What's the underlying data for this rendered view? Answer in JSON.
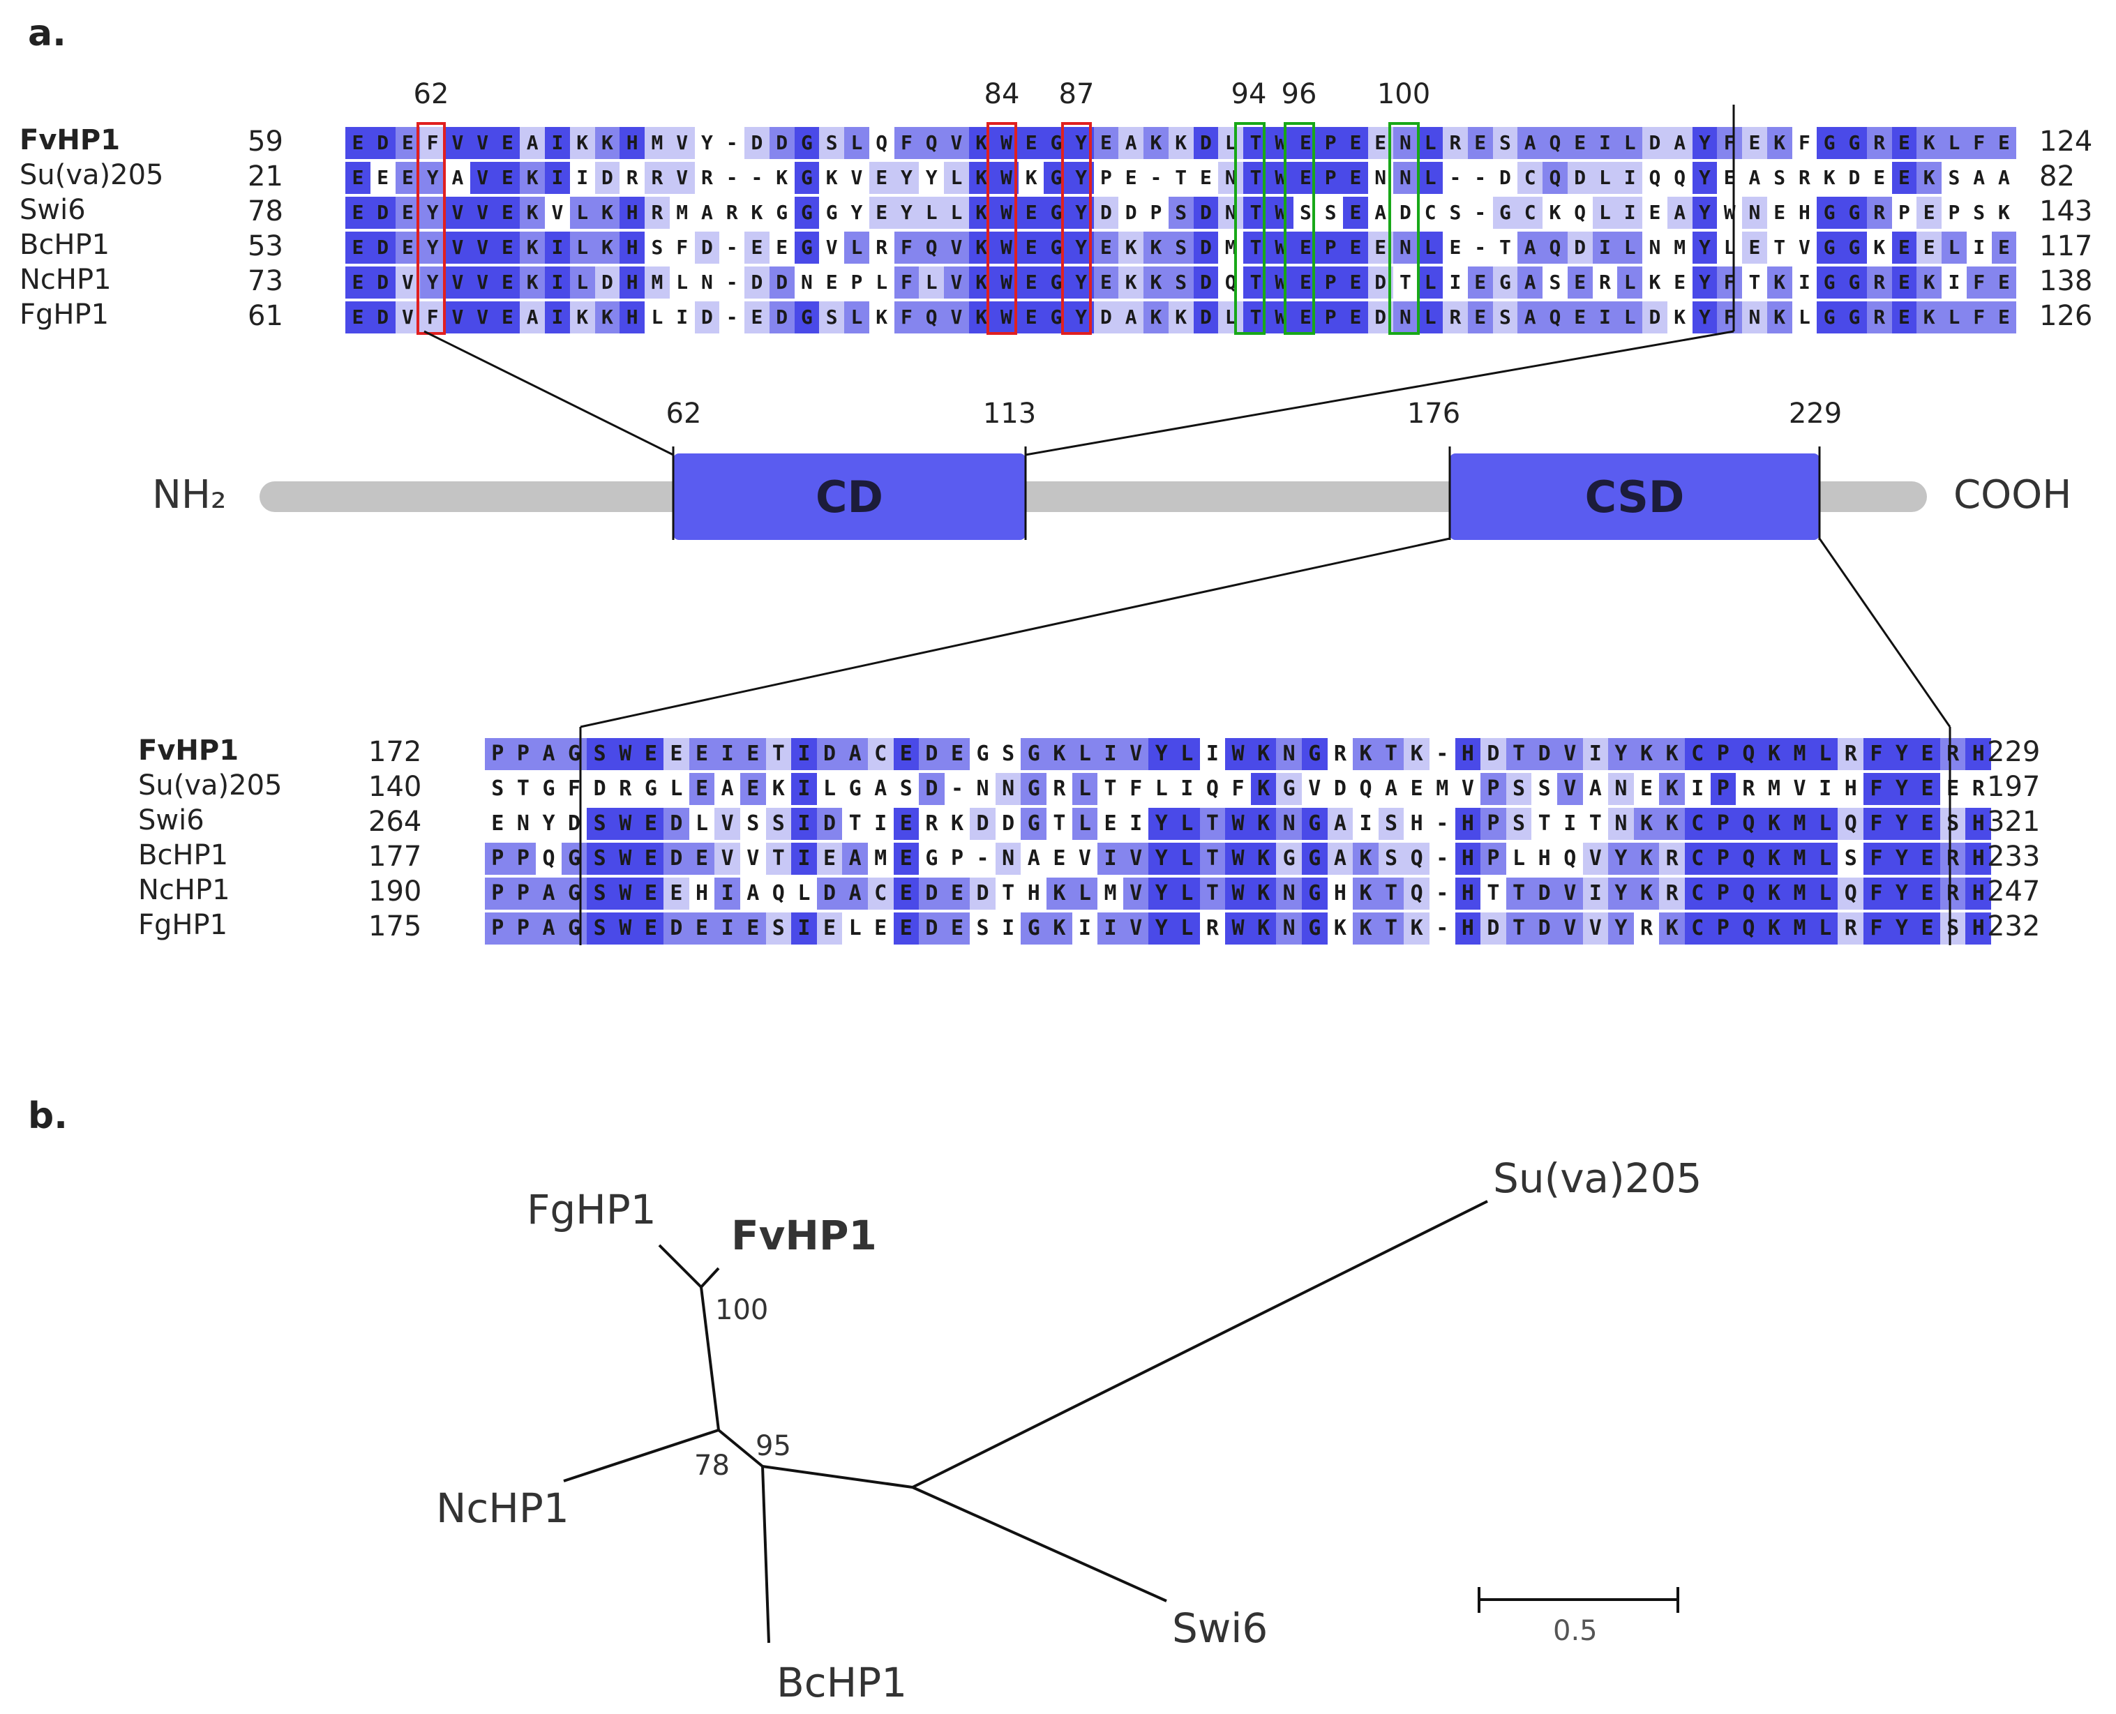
{
  "panel_a": {
    "label": "a.",
    "top_alignment": {
      "positions": [
        "62",
        "84",
        "87",
        "94",
        "96",
        "100"
      ],
      "rows": [
        {
          "name": "FvHP1",
          "bold": true,
          "start": "59",
          "end": "124",
          "seq": "EDEFVVEAIKKHMVY-DDGSLQFQVKWEGYEAKKDLTWEPEENLRESAQEILDAYFEKFGGREKLFE"
        },
        {
          "name": "Su(va)205",
          "bold": false,
          "start": "21",
          "end": "82",
          "seq": "EEEYAVEKIIDRRVR--KGKVEYYLKWKGYPE-TENTWEPENNL--DCQDLIQQYEASRKDEEKSAA"
        },
        {
          "name": "Swi6",
          "bold": false,
          "start": "78",
          "end": "143",
          "seq": "EDEYVVEKVLKHRMARKGGGYEYLLKWEGYDDPSDNTWSSEADCS-GCKQLIEAYWNEHGGRPEPSK"
        },
        {
          "name": "BcHP1",
          "bold": false,
          "start": "53",
          "end": "117",
          "seq": "EDEYVVEKILKHSFD-EEGVLRFQVKWEGYEKKSDMTWEPEENLE-TAQDILNMYLETVGGKEELIE"
        },
        {
          "name": "NcHP1",
          "bold": false,
          "start": "73",
          "end": "138",
          "seq": "EDVYVVEKILDHMLN-DDNEPLFLVKWEGYEKKSDQTWEPEDTLIEGASERLKEYFTKIGGREKIFE"
        },
        {
          "name": "FgHP1",
          "bold": false,
          "start": "61",
          "end": "126",
          "seq": "EDVFVVEAIKKHLID-EDGSLKFQVKWEGYDAKKDLTWEPEDNLRESAQEILDKYFNKLGGREKLFE"
        }
      ]
    },
    "domain_map": {
      "n_term": "NH₂",
      "c_term": "COOH",
      "domains": [
        {
          "name": "CD",
          "start": "62",
          "end": "113"
        },
        {
          "name": "CSD",
          "start": "176",
          "end": "229"
        }
      ]
    },
    "bottom_alignment": {
      "rows": [
        {
          "name": "FvHP1",
          "bold": true,
          "start": "172",
          "end": "229",
          "seq": "PPAGSWEEEIETIDACEDEGSGKLIVYLIWKNGRKTK-HDTDVIYKKCPQKMLRFYERH"
        },
        {
          "name": "Su(va)205",
          "bold": false,
          "start": "140",
          "end": "197",
          "seq": "STGFDRGLEAEKILGASD-NNGRLTFLIQFKGVDQAEMVPSSVANEKIPRMVIHFYEER"
        },
        {
          "name": "Swi6",
          "bold": false,
          "start": "264",
          "end": "321",
          "seq": "ENYDSWEDLVSSIDTIERKDDGTLEIYLTWKNGAISH-HPSTITNKKCPQKMLQFYESH"
        },
        {
          "name": "BcHP1",
          "bold": false,
          "start": "177",
          "end": "233",
          "seq": "PPQGSWEDEVVTIEAMEGP-NAEVIVYLTWKGGAKSQ-HPLHQVYKRCPQKMLSFYERH"
        },
        {
          "name": "NcHP1",
          "bold": false,
          "start": "190",
          "end": "247",
          "seq": "PPAGSWEEHIAQLDACEDEDTHKLMVYLTWKNGHKTQ-HTTDVIYKRCPQKMLQFYERH"
        },
        {
          "name": "FgHP1",
          "bold": false,
          "start": "175",
          "end": "232",
          "seq": "PPAGSWEDEIESIELEEDESIGKIIVYLRWKNGKKTK-HDTDVVYRKCPQKMLRFYESH"
        }
      ]
    }
  },
  "panel_b": {
    "label": "b.",
    "taxa": [
      {
        "name": "FgHP1",
        "bold": false
      },
      {
        "name": "FvHP1",
        "bold": true
      },
      {
        "name": "NcHP1",
        "bold": false
      },
      {
        "name": "BcHP1",
        "bold": false
      },
      {
        "name": "Su(va)205",
        "bold": false
      },
      {
        "name": "Swi6",
        "bold": false
      }
    ],
    "bootstrap": [
      "100",
      "78",
      "95"
    ],
    "scale_bar": "0.5"
  },
  "colors": {
    "conservation_high": "#4a4ae8",
    "conservation_mid": "#8585ee",
    "conservation_low": "#c8c8f6",
    "domain": "#5a5cf0",
    "track": "#c4c4c4",
    "highlight_red": "#e02020",
    "highlight_green": "#18a818"
  }
}
